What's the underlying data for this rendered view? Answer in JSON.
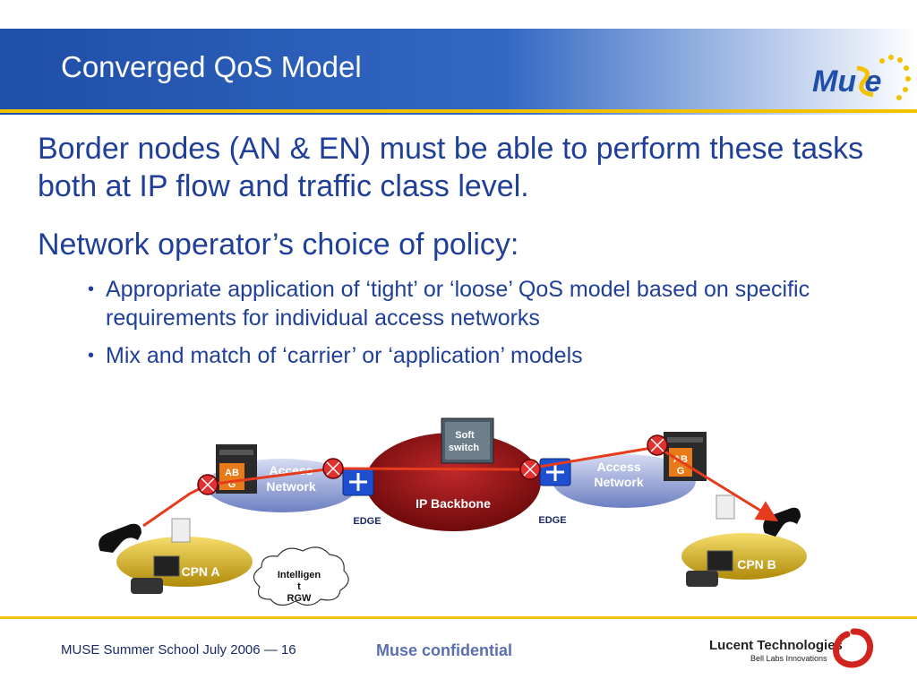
{
  "header": {
    "title": "Converged QoS Model",
    "logo_text": "Mu e"
  },
  "content": {
    "paragraph1": "Border nodes (AN & EN) must be able to perform these tasks both at IP flow and traffic class level.",
    "paragraph2": "Network operator’s choice of policy:",
    "bullets": [
      "Appropriate application of ‘tight’ or ‘loose’ QoS model based on specific requirements for individual access networks",
      "Mix and match of ‘carrier’ or ‘application’ models"
    ]
  },
  "diagram": {
    "soft_switch_line1": "Soft",
    "soft_switch_line2": "switch",
    "ip_backbone": "IP Backbone",
    "access_network_left_1": "Access",
    "access_network_left_2": "Network",
    "access_network_right_1": "Access",
    "access_network_right_2": "Network",
    "abg_left_1": "AB",
    "abg_left_2": "G",
    "abg_right_1": "AB",
    "abg_right_2": "G",
    "edge_left": "EDGE",
    "edge_right": "EDGE",
    "cpn_a": "CPN A",
    "cpn_b": "CPN B",
    "rgw_line1": "Intelligen",
    "rgw_line2": "t",
    "rgw_line3": "RGW"
  },
  "footer": {
    "left": "MUSE Summer School July 2006 — 16",
    "center": "Muse confidential",
    "logo_line1": "Lucent Technologies",
    "logo_line2": "Bell Labs Innovations"
  },
  "colors": {
    "brand_blue": "#1f4fa8",
    "accent_yellow": "#f2c200",
    "text_blue": "#1f3f99",
    "flow_red": "#e63b1c"
  }
}
